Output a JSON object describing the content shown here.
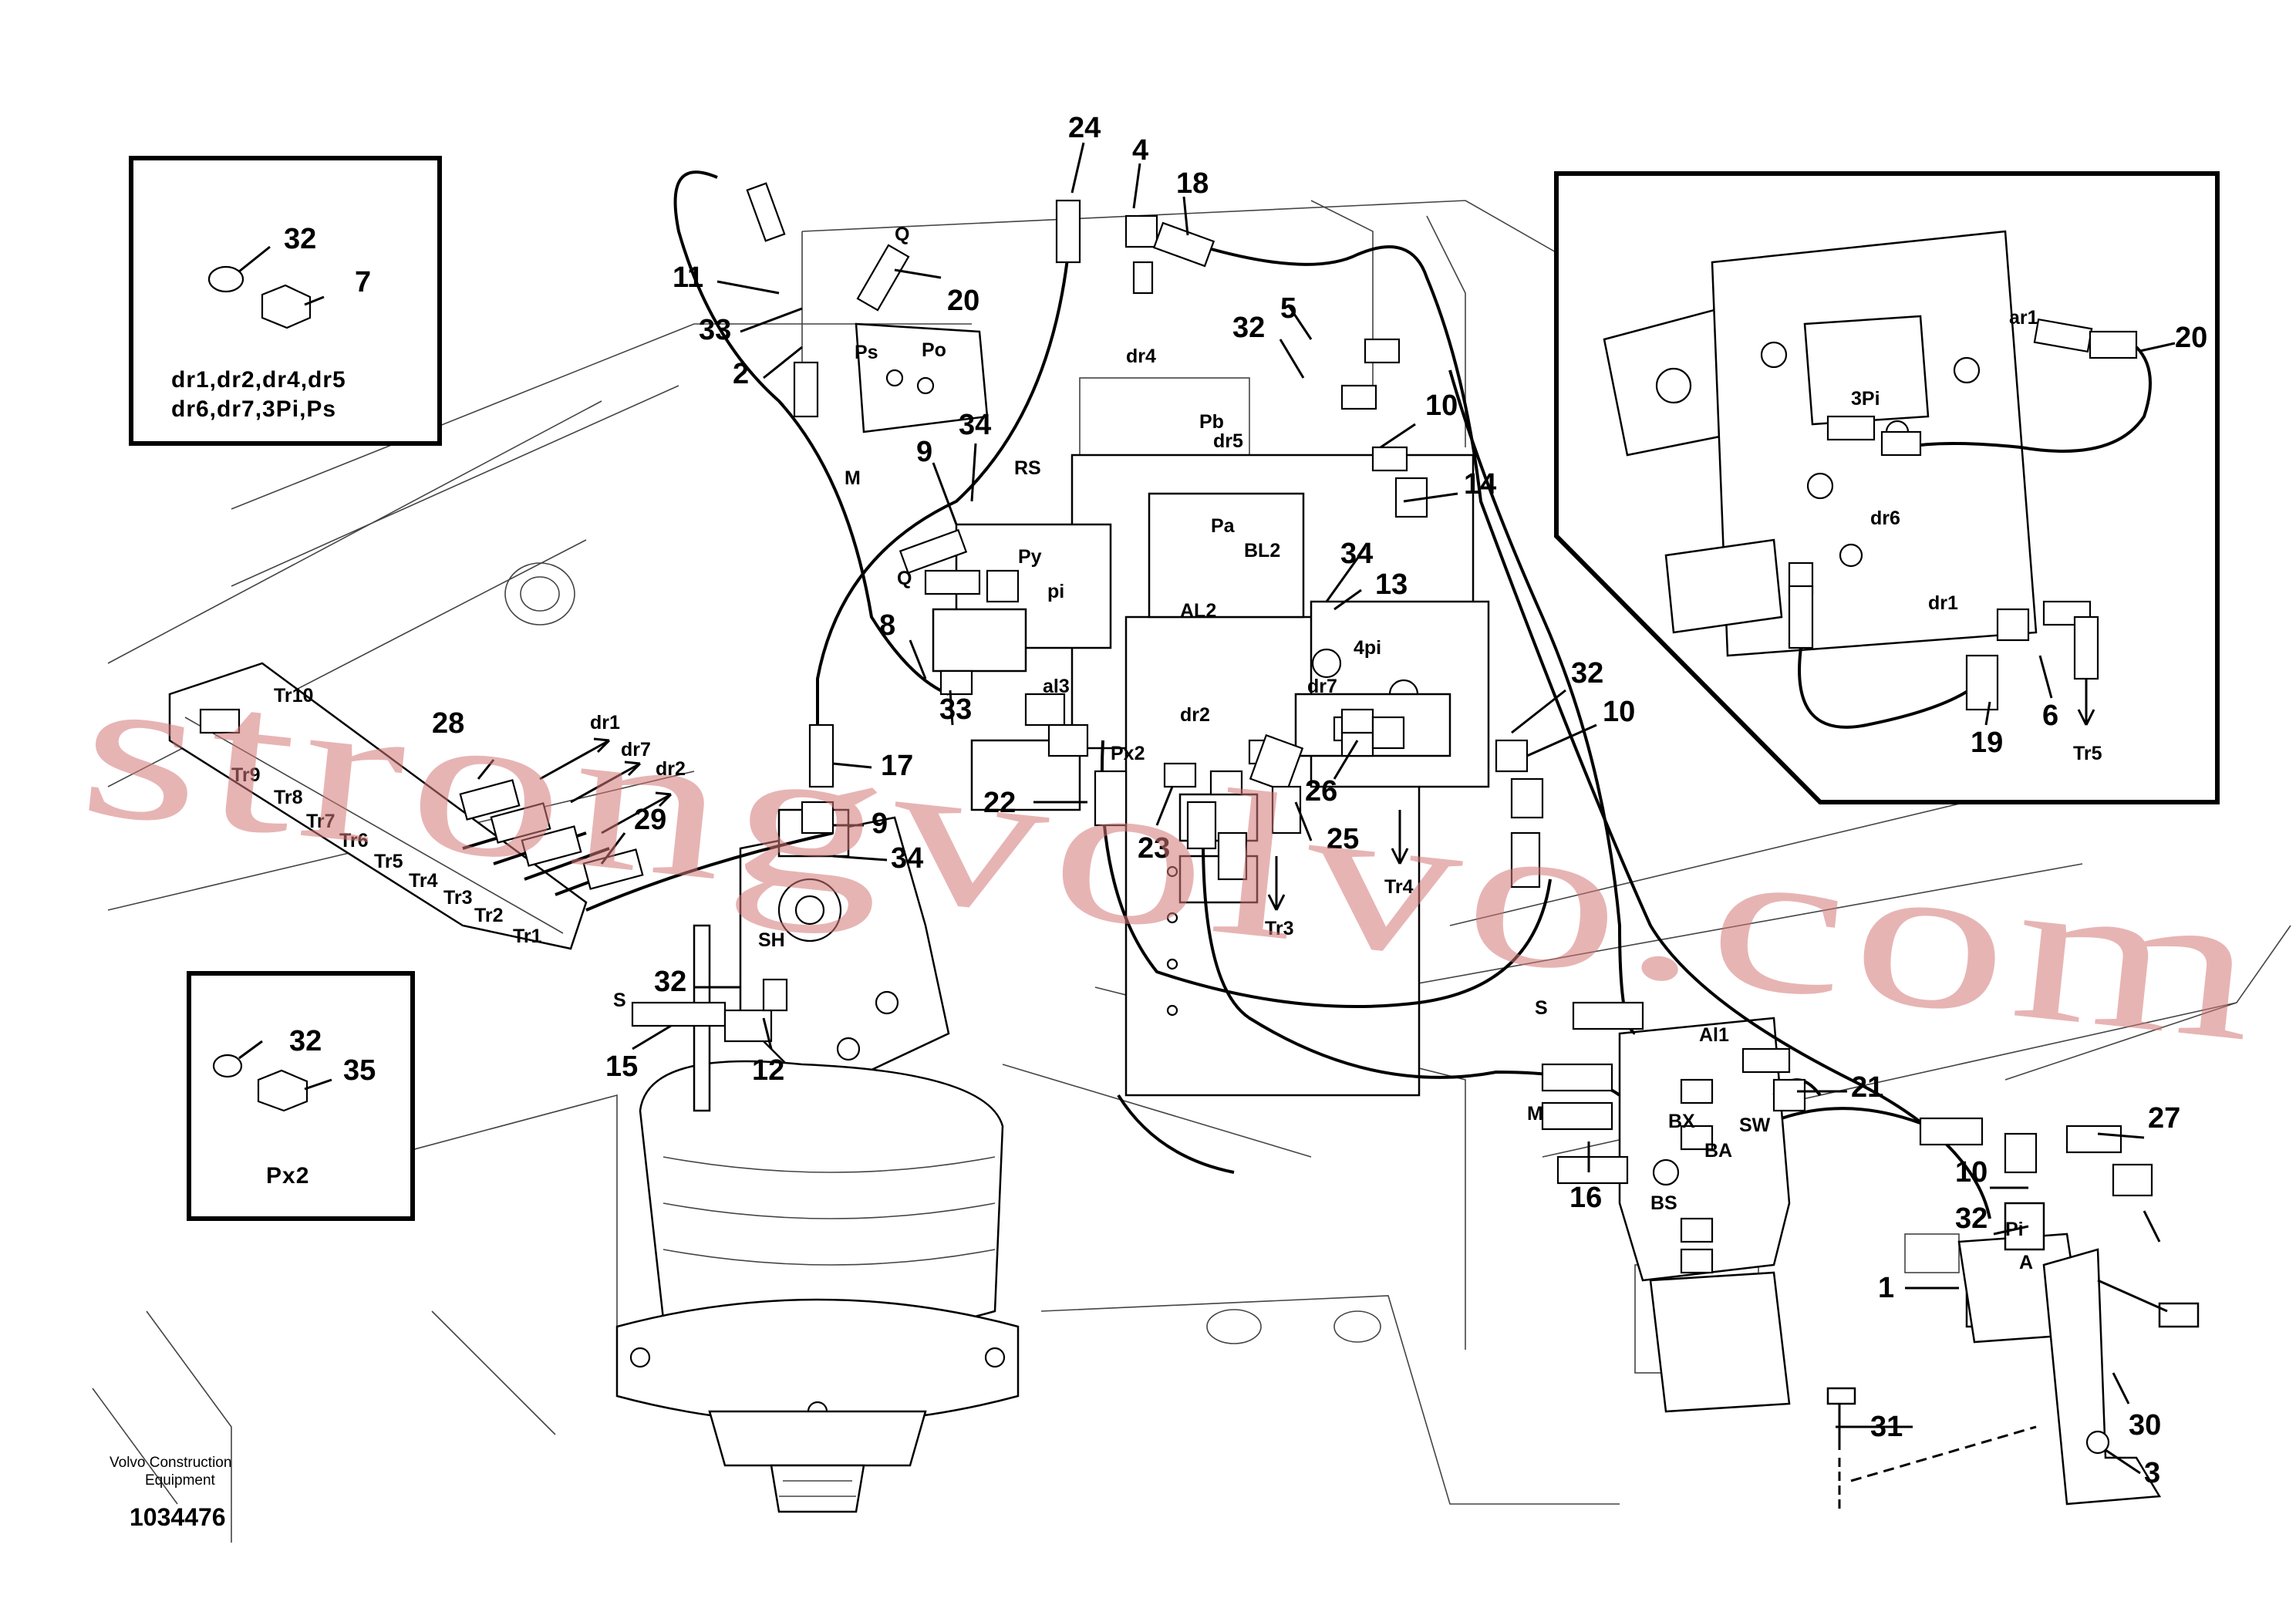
{
  "doc": {
    "publisher_line1": "Volvo Construction",
    "publisher_line2": "Equipment",
    "doc_number": "1034476"
  },
  "watermark": "strongvolvo.com",
  "insets": {
    "top_left": {
      "labels": [
        "32",
        "7"
      ],
      "ports_line1": "dr1,dr2,dr4,dr5",
      "ports_line2": "dr6,dr7,3Pi,Ps"
    },
    "mid_left": {
      "labels": [
        "32",
        "35"
      ],
      "port": "Px2"
    },
    "top_right": {
      "numbers": [
        "20",
        "19",
        "6"
      ],
      "ports": [
        "ar1",
        "3Pi",
        "dr6",
        "dr1",
        "Tr5"
      ]
    }
  },
  "callouts": [
    "24",
    "4",
    "18",
    "11",
    "33",
    "2",
    "20",
    "32",
    "5",
    "10",
    "14",
    "9",
    "34",
    "8",
    "33",
    "13",
    "34",
    "28",
    "29",
    "17",
    "9",
    "34",
    "22",
    "23",
    "25",
    "26",
    "32",
    "10",
    "32",
    "15",
    "12",
    "21",
    "16",
    "27",
    "10",
    "32",
    "1",
    "30",
    "31",
    "3"
  ],
  "ports": [
    "Q",
    "Ps",
    "Po",
    "M",
    "RS",
    "Q",
    "Py",
    "pi",
    "dr4",
    "Pb",
    "dr5",
    "Pa",
    "BL2",
    "AL2",
    "4pi",
    "al3",
    "dr2",
    "Px2",
    "dr7",
    "Tr4",
    "Tr3",
    "Tr10",
    "Tr9",
    "Tr8",
    "Tr7",
    "Tr6",
    "Tr5",
    "Tr4",
    "Tr3",
    "Tr2",
    "Tr1",
    "dr1",
    "dr7",
    "dr2",
    "SH",
    "S",
    "S",
    "Al1",
    "BX",
    "SW",
    "BA",
    "BS",
    "M",
    "Pi",
    "A"
  ],
  "colors": {
    "line": "#000000",
    "watermark": "#d47878",
    "background": "#ffffff"
  }
}
